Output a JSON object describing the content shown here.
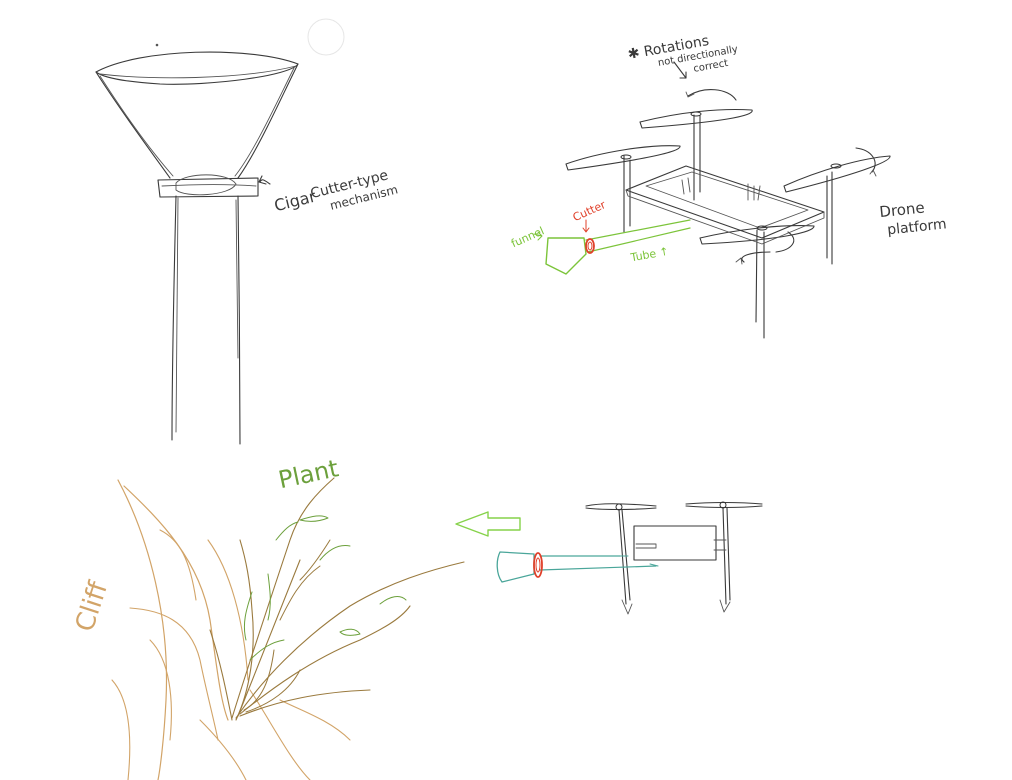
{
  "labels": {
    "cigar_cutter": [
      "Cigar",
      "Cutter-type",
      "mechanism"
    ],
    "rotations": [
      "✱ Rotations",
      "not directionally",
      "correct"
    ],
    "drone_platform": [
      "Drone",
      "platform"
    ],
    "funnel": "funnel",
    "cutter": "Cutter",
    "tube": "Tube ↑",
    "plant": "Plant",
    "cliff": "Cliff"
  },
  "colors": {
    "ink": "#3a3a3a",
    "funnel_green": "#7cc43a",
    "cutter_red": "#e0402a",
    "tube_green": "#7cc43a",
    "plant_green": "#6ca03c",
    "cliff_tan": "#d2a468",
    "stem_brown": "#9a7a3e",
    "arrow_green": "#86d24a",
    "teal": "#4aa69a"
  }
}
